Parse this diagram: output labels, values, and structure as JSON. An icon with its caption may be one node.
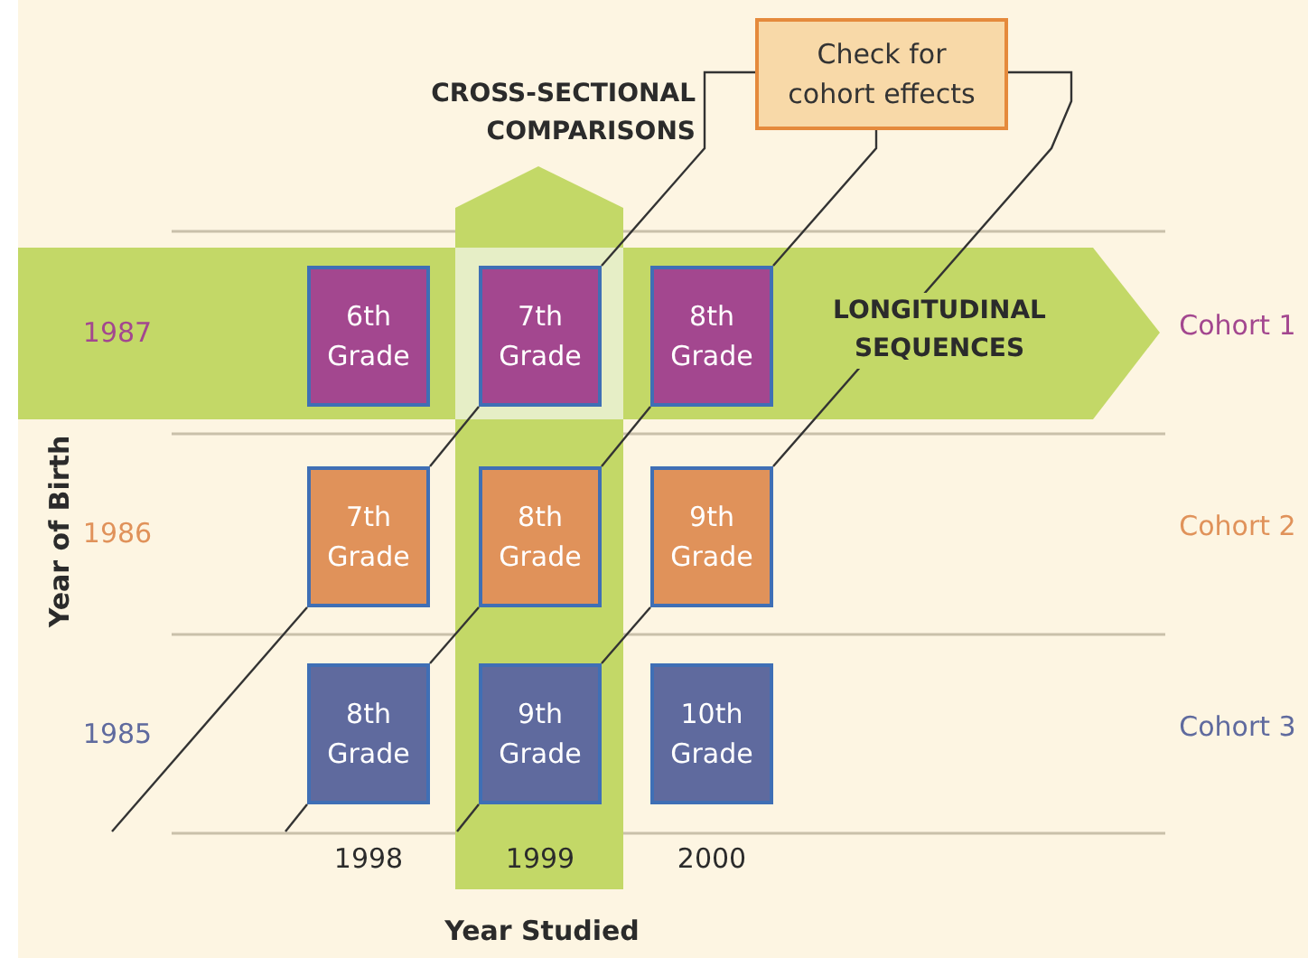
{
  "diagram": {
    "nodes": [
      {
        "text": [
          "Check for cohort effects"
        ]
      },
      {
        "text": [
          "6th Grade"
        ]
      },
      {
        "text": [
          "7th Grade"
        ]
      },
      {
        "text": [
          "8th Grade"
        ]
      },
      {
        "text": [
          "7th Grade"
        ]
      },
      {
        "text": [
          "8th Grade"
        ]
      },
      {
        "text": [
          "9th Grade"
        ]
      },
      {
        "text": [
          "8th Grade"
        ]
      },
      {
        "text": [
          "9th Grade"
        ]
      },
      {
        "text": [
          "10th Grade"
        ]
      }
    ],
    "edges": [
      {
        "from": null,
        "to": 4,
        "arrow": "none"
      },
      {
        "from": 4,
        "to": 2,
        "arrow": "none"
      },
      {
        "from": 2,
        "to": 0,
        "arrow": "none"
      },
      {
        "from": null,
        "to": 7,
        "arrow": "none"
      },
      {
        "from": 7,
        "to": 5,
        "arrow": "none"
      },
      {
        "from": 5,
        "to": 3,
        "arrow": "none"
      },
      {
        "from": 3,
        "to": 0,
        "arrow": "none"
      },
      {
        "from": null,
        "to": 8,
        "arrow": "none"
      },
      {
        "from": 8,
        "to": 6,
        "arrow": "none"
      },
      {
        "from": 6,
        "to": 0,
        "arrow": "none"
      }
    ],
    "labels": [
      "CROSS-SECTIONAL COMPARISONS",
      "Year of Birth",
      "1987",
      "LONGITUDINAL SEQUENCES",
      "Cohort 1",
      "1986",
      "Cohort 2",
      "1985",
      "Cohort 3",
      "1998",
      "1999",
      "2000",
      "Year Studied"
    ]
  }
}
